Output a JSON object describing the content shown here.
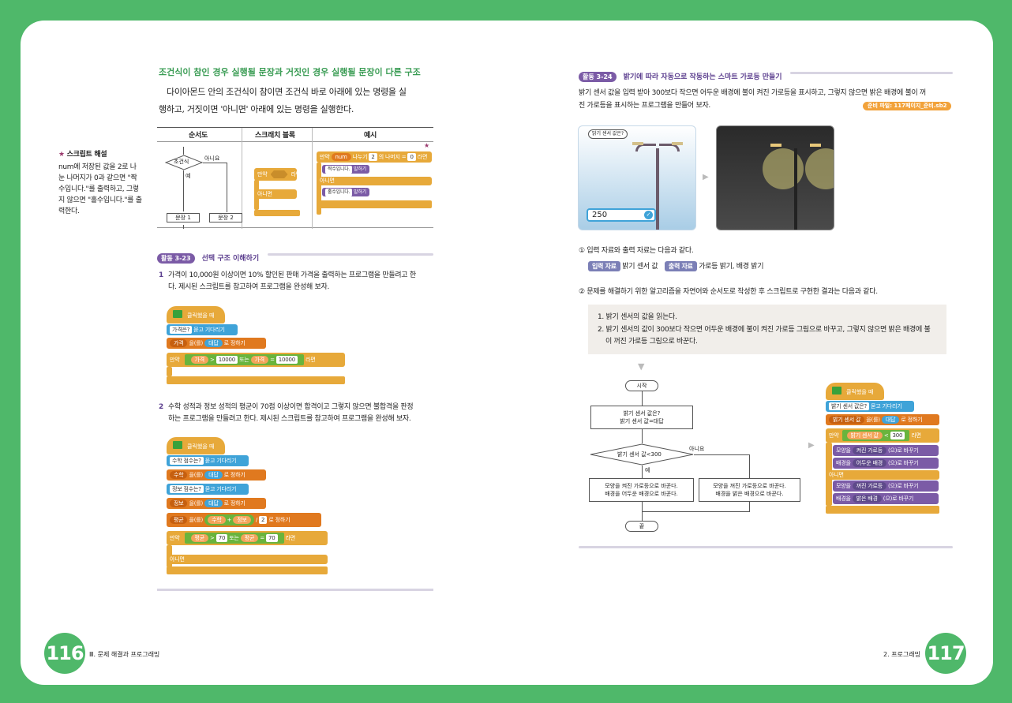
{
  "left": {
    "section_title": "조건식이 참인 경우 실행될 문장과 거짓인 경우 실행될 문장이 다른 구조",
    "intro_1": "다이아몬드 안의 조건식이 참이면 조건식 바로 아래에 있는 명령을 실",
    "intro_2": "행하고, 거짓이면 '아니면' 아래에 있는 명령을 실행한다.",
    "table_headers": [
      "순서도",
      "스크래치 블록",
      "예시"
    ],
    "flow": {
      "cond": "조건식",
      "no": "아니요",
      "yes": "예",
      "s1": "문장 1",
      "s2": "문장 2"
    },
    "block_labels": {
      "if": "만약",
      "then": "라면",
      "else": "아니면"
    },
    "example": {
      "if": "만약",
      "num": "num",
      "mod": "나누기",
      "two": "2",
      "rest": "의 나머지",
      "eq": "=",
      "zero": "0",
      "then": "라면",
      "say1": "짝수입니다.",
      "say_suffix": "말하기",
      "else": "아니면",
      "say2": "홀수입니다."
    },
    "note": {
      "title": "스크립트 해설",
      "lines": [
        "num에 저장된 값을 2로 나",
        "눈 나머지가 0과 같으면 \"짝",
        "수입니다.\"를 출력하고, 그렇",
        "지 않으면 \"홀수입니다.\"를 출",
        "력한다."
      ]
    },
    "activity": {
      "tag": "활동 3-23",
      "title": "선택 구조 이해하기"
    },
    "q1": {
      "num": "1",
      "line1": "가격이 10,000원 이상이면 10% 할인된 판매 가격을 출력하는 프로그램을 만들려고 한",
      "line2": "다. 제시된 스크립트를 참고하여 프로그램을 완성해 보자."
    },
    "s1": {
      "hat": "클릭했을 때",
      "ask": "가격은?",
      "ask_suffix": "묻고 기다리기",
      "set_var": "가격",
      "set_mid": "을(를)",
      "answer": "대답",
      "set_suffix": "로 정하기",
      "if": "만약",
      "v1": "가격",
      "gt": ">",
      "n1": "10000",
      "or": "또는",
      "v2": "가격",
      "eq": "=",
      "n2": "10000",
      "then": "라면"
    },
    "q2": {
      "num": "2",
      "line1": "수학 성적과 정보 성적의 평균이 70점 이상이면 합격이고 그렇지 않으면 불합격을 판정",
      "line2": "하는 프로그램을 만들려고 한다. 제시된 스크립트를 참고하여 프로그램을 완성해 보자."
    },
    "s2": {
      "hat": "클릭했을 때",
      "ask1": "수학 점수는?",
      "ask_suffix": "묻고 기다리기",
      "var1": "수학",
      "set_mid": "을(를)",
      "answer": "대답",
      "set_suffix": "로 정하기",
      "ask2": "정보 점수는?",
      "var2": "정보",
      "var3": "평균",
      "m": "수학",
      "plus": "+",
      "i": "정보",
      "div": "/",
      "two": "2",
      "if": "만약",
      "a1": "평균",
      "gt": ">",
      "n1": "70",
      "or": "또는",
      "a2": "평균",
      "eq": "=",
      "n2": "70",
      "then": "라면",
      "else": "아니면"
    },
    "page_number": "116",
    "footer": "Ⅲ. 문제 해결과 프로그래밍"
  },
  "right": {
    "activity": {
      "tag": "활동 3-24",
      "title": "밝기에 따라 자동으로 작동하는 스마트 가로등 만들기"
    },
    "intro_1": "밝기 센서 값을 입력 받아 300보다 작으면 어두운 배경에 불이 켜진 가로등을 표시하고, 그렇지 않으면 밝은 배경에 불이 꺼",
    "intro_2": "진 가로등을 표시하는 프로그램을 만들어 보자.",
    "file_badge": "준비 파일: 117페이지_준비.sb2",
    "bubble": "밝기 센서 값은?",
    "input_value": "250",
    "step1": "① 입력 자료와 출력 자료는 다음과 같다.",
    "in_tag": "입력 자료",
    "in_val": "밝기 센서 값",
    "out_tag": "출력 자료",
    "out_val": "가로등 밝기, 배경 밝기",
    "step2": "② 문제를 해결하기 위한 알고리즘을 자연어와 순서도로 작성한 후 스크립트로 구현한 결과는 다음과 같다.",
    "algo_1": "1. 밝기 센서의 값을 읽는다.",
    "algo_2a": "2. 밝기 센서의 값이 300보다 작으면 어두운 배경에 불이 켜진 가로등 그림으로 바꾸고, 그렇지 않으면 밝은 배경에 불",
    "algo_2b": "이 꺼진 가로등 그림으로 바꾼다.",
    "flow": {
      "start": "시작",
      "in1": "밝기 센서 값은?",
      "in2": "밝기 센서 값=대답",
      "cond": "밝기 센서 값<300",
      "no": "아니요",
      "yes": "예",
      "yes1": "모양을 켜진 가로등으로 바꾼다.",
      "yes2": "배경을 어두운 배경으로 바꾼다.",
      "no1": "모양을 꺼진 가로등으로 바꾼다.",
      "no2": "배경을 밝은 배경으로 바꾼다.",
      "end": "끝"
    },
    "s3": {
      "hat": "클릭했을 때",
      "ask": "밝기 센서 값은?",
      "ask_suffix": "묻고 기다리기",
      "var": "밝기 센서 값",
      "set_mid": "을(를)",
      "answer": "대답",
      "set_suffix": "로 정하기",
      "if": "만약",
      "cv": "밝기 센서 값",
      "lt": "<",
      "n": "300",
      "then": "라면",
      "sh1_pre": "모양을",
      "sh1": "켜진 가로등",
      "sh_suffix": "(으)로 바꾸기",
      "bg1_pre": "배경을",
      "bg1": "어두운 배경",
      "else": "아니면",
      "sh2": "꺼진 가로등",
      "bg2": "밝은 배경"
    },
    "page_number": "117",
    "footer": "2. 프로그래밍"
  }
}
